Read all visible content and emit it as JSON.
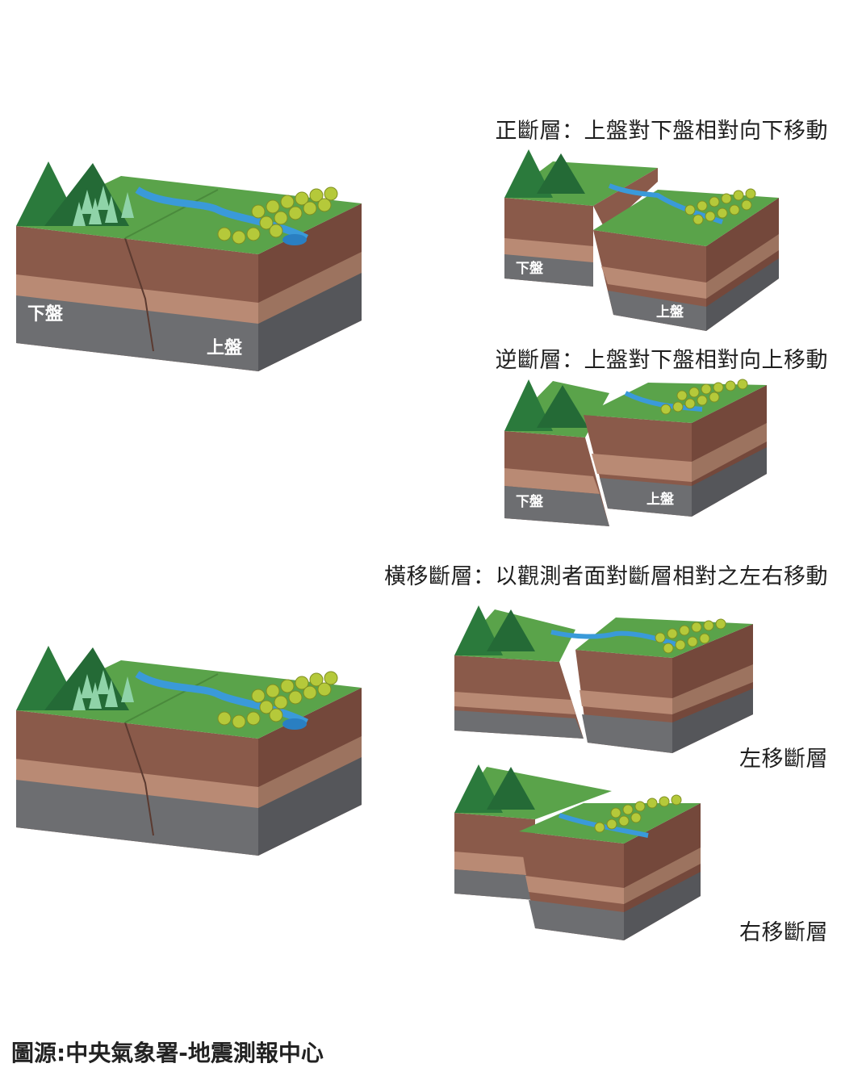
{
  "captions": {
    "normal_fault": "正斷層：上盤對下盤相對向下移動",
    "reverse_fault": "逆斷層：上盤對下盤相對向上移動",
    "strike_slip_fault": "橫移斷層：以觀測者面對斷層相對之左右移動",
    "left_lateral": "左移斷層",
    "right_lateral": "右移斷層"
  },
  "block_labels": {
    "footwall": "下盤",
    "hanging_wall": "上盤"
  },
  "source": "圖源:中央氣象署-地震測報中心",
  "colors": {
    "grass": "#5aa34a",
    "mountain": "#2b7a3c",
    "brown": "#8a5a4a",
    "tan": "#b98a74",
    "gray": "#6d6e71",
    "water": "#3a9ad9",
    "tree": "#b5c93a"
  }
}
